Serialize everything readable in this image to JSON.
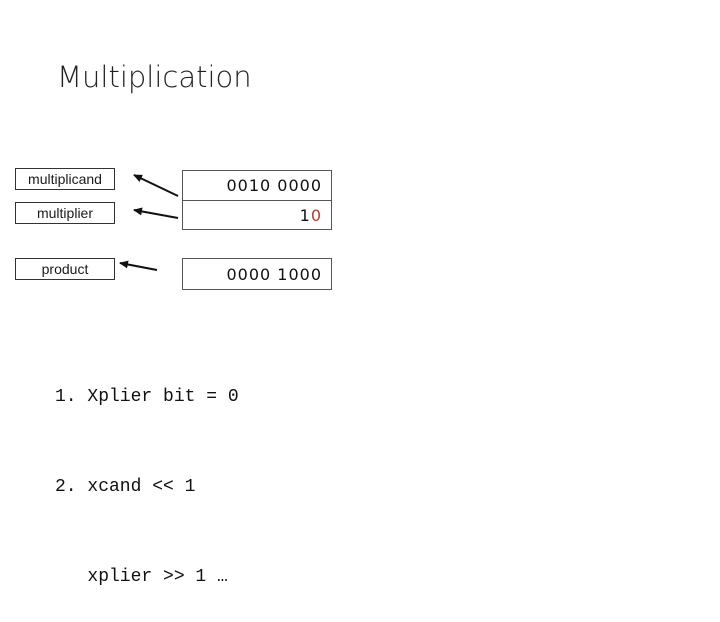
{
  "title": "Multiplication",
  "labels": {
    "multiplicand": "multiplicand",
    "multiplier": "multiplier",
    "product": "product"
  },
  "registers": {
    "multiplicand": "0010 0000",
    "multiplier_prefix": "1",
    "multiplier_highlight": "0",
    "product": "0000 1000"
  },
  "steps": [
    "1. Xplier bit = 0",
    "2. xcand << 1",
    "   xplier >> 1 …"
  ],
  "colors": {
    "highlight": "#c0392b"
  }
}
